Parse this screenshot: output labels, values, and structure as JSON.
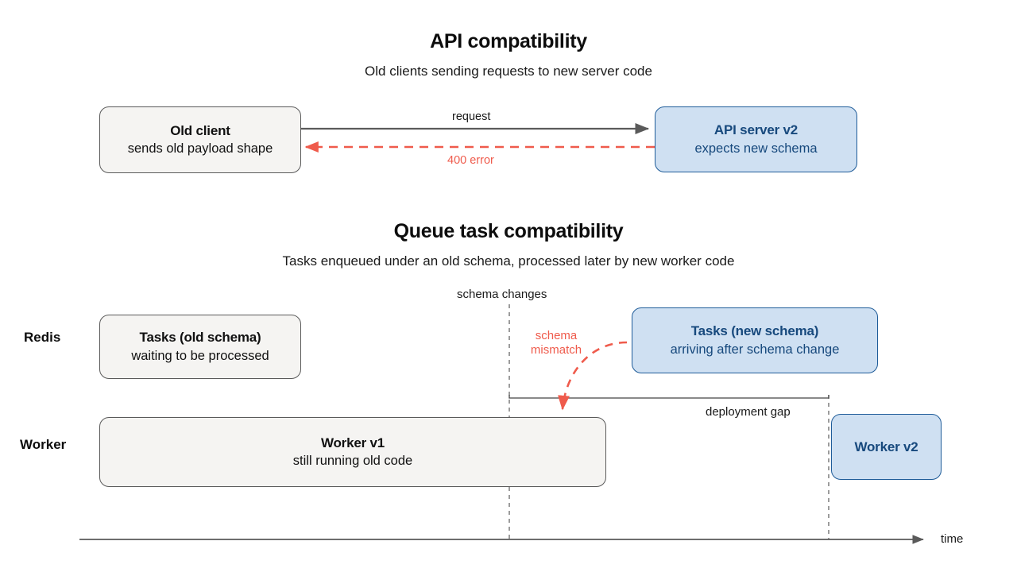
{
  "sections": [
    {
      "id": "api-compatibility",
      "title": "API compatibility",
      "subtitle": "Old clients sending requests to new server code",
      "nodes": [
        {
          "id": "old-client",
          "title": "Old client",
          "subtitle": "sends old payload shape",
          "style": "gray"
        },
        {
          "id": "api-server-v2",
          "title": "API server v2",
          "subtitle": "expects new schema",
          "style": "blue"
        }
      ],
      "edges": [
        {
          "id": "request",
          "label": "request",
          "style": "solid",
          "color": "#5a5a5a"
        },
        {
          "id": "error",
          "label": "400 error",
          "style": "dashed",
          "color": "#ef5b4c"
        }
      ]
    },
    {
      "id": "queue-task-compatibility",
      "title": "Queue task compatibility",
      "subtitle": "Tasks enqueued under an old schema, processed later by new worker code",
      "lanes": [
        {
          "id": "redis",
          "label": "Redis"
        },
        {
          "id": "worker",
          "label": "Worker"
        }
      ],
      "nodes": [
        {
          "id": "tasks-old-schema",
          "title": "Tasks (old schema)",
          "subtitle": "waiting to be processed",
          "style": "gray"
        },
        {
          "id": "tasks-new-schema",
          "title": "Tasks (new schema)",
          "subtitle": "arriving after schema change",
          "style": "blue"
        },
        {
          "id": "worker-v1",
          "title": "Worker v1",
          "subtitle": "still running old code",
          "style": "gray"
        },
        {
          "id": "worker-v2",
          "title": "Worker v2",
          "subtitle": "",
          "style": "blue"
        }
      ],
      "markers": [
        {
          "id": "schema-changes",
          "label": "schema changes"
        },
        {
          "id": "schema-mismatch",
          "label_line1": "schema",
          "label_line2": "mismatch",
          "color": "#ef5b4c"
        },
        {
          "id": "deployment-gap",
          "label": "deployment gap"
        },
        {
          "id": "time-axis",
          "label": "time"
        }
      ]
    }
  ],
  "colors": {
    "gray_fill": "#f5f4f2",
    "gray_stroke": "#5a5a5a",
    "blue_fill": "#cfe0f2",
    "blue_stroke": "#1f5c99",
    "blue_text": "#17497d",
    "red": "#ef5b4c",
    "axis": "#5a5a5a",
    "background": "#ffffff"
  }
}
